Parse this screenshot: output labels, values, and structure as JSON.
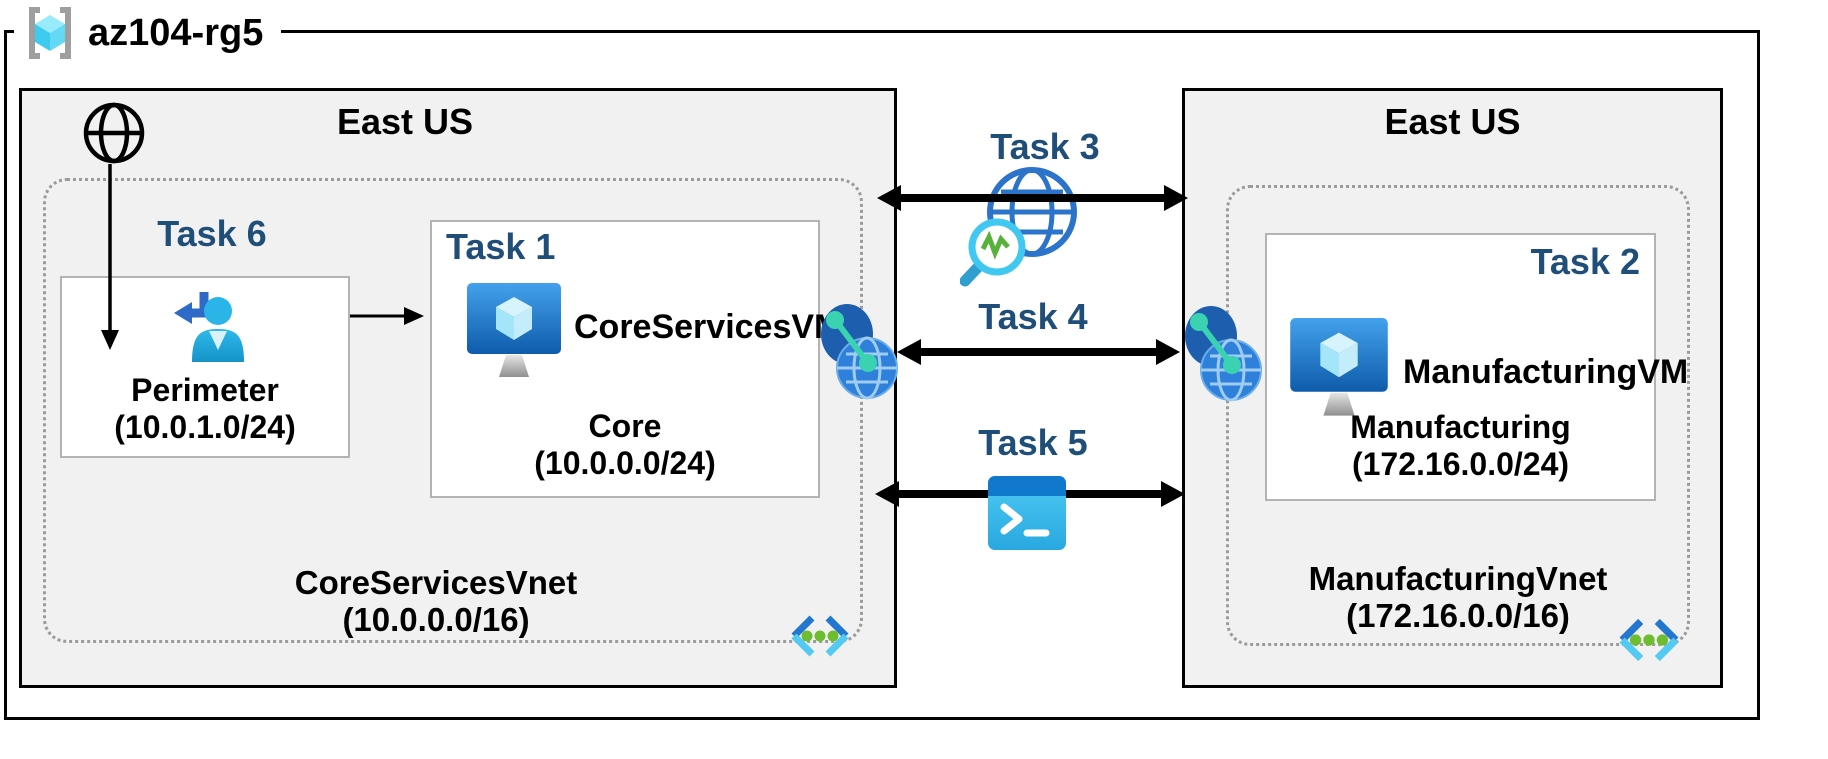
{
  "resource_group": {
    "name": "az104-rg5"
  },
  "regions": {
    "left": {
      "title": "East US",
      "vnet_name": "CoreServicesVnet",
      "vnet_cidr": "(10.0.0.0/16)",
      "perimeter_subnet": {
        "task_label": "Task 6",
        "name": "Perimeter",
        "cidr": "(10.0.1.0/24)"
      },
      "core_subnet": {
        "task_label": "Task 1",
        "vm_name": "CoreServicesVM",
        "name": "Core",
        "cidr": "(10.0.0.0/24)"
      }
    },
    "right": {
      "title": "East US",
      "vnet_name": "ManufacturingVnet",
      "vnet_cidr": "(172.16.0.0/16)",
      "manufacturing_subnet": {
        "task_label": "Task 2",
        "vm_name": "ManufacturingVM",
        "name": "Manufacturing",
        "cidr": "(172.16.0.0/24)"
      }
    }
  },
  "connections": {
    "task3_label": "Task 3",
    "task4_label": "Task 4",
    "task5_label": "Task 5"
  },
  "icons": {
    "resource_group": "resource-group-icon",
    "internet": "internet-globe-icon",
    "guest_user": "guest-user-icon",
    "virtual_machine": "virtual-machine-icon",
    "network_watcher": "network-watcher-icon",
    "vnet_peering": "vnet-peering-icon",
    "cloud_shell": "cloud-shell-icon",
    "subnet": "subnet-icon"
  },
  "colors": {
    "task_label": "#1F4E79",
    "region_fill": "#F1F1F1",
    "box_border": "#000000",
    "subnet_box_border": "#B3B3B3",
    "dotted_border": "#9B9B9B",
    "arrow": "#000000",
    "vm_blue": "#1160B0",
    "cyan_accent": "#45C6F0",
    "green_accent": "#6DBD2F",
    "teal_accent": "#3AD2B0"
  }
}
